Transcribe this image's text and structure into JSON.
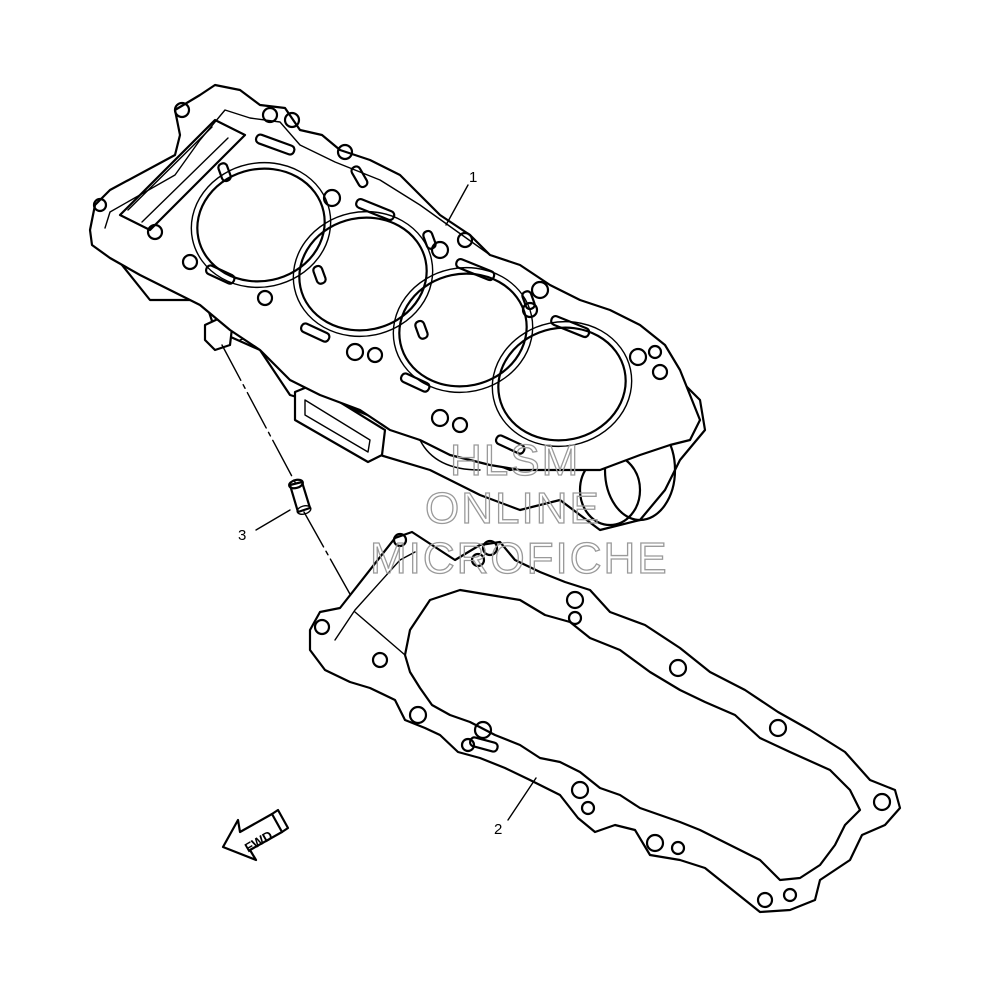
{
  "callouts": [
    {
      "id": "1",
      "label": "1",
      "part": "cylinder-block"
    },
    {
      "id": "2",
      "label": "2",
      "part": "cylinder-gasket"
    },
    {
      "id": "3",
      "label": "3",
      "part": "dowel-pin"
    }
  ],
  "watermark": {
    "line1": "HLSM",
    "line2": "ONLINE",
    "line3": "MICROFICHE"
  },
  "direction_arrow": {
    "label": "FWD"
  }
}
